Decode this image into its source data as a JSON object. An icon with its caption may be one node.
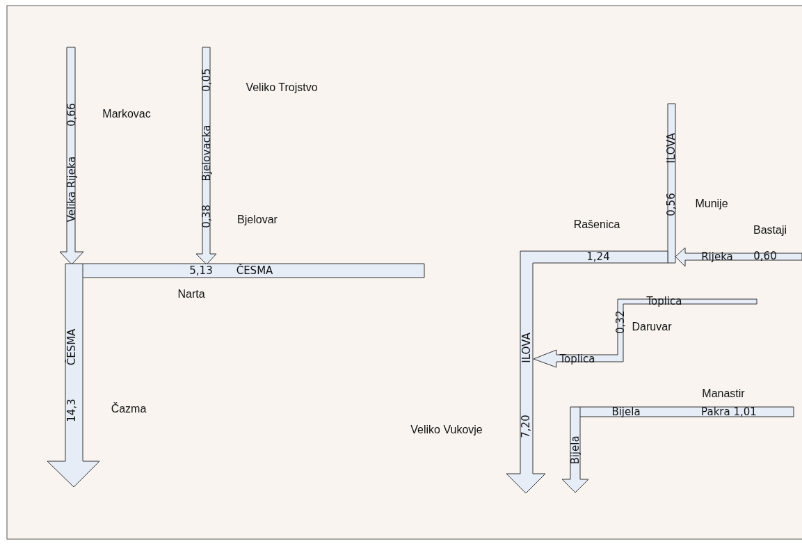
{
  "diagram": {
    "labels": [
      "0,05",
      "Veliko Trojstvo",
      "0,66",
      "Markovac",
      "Velika Rijeka",
      "Bjelovacka",
      "ILOVA",
      "0,56",
      "Munije",
      "Bjelovar",
      "0,38",
      "Rašenica",
      "Bastaji",
      "1,24",
      "5,13",
      "ČESMA",
      "Rijeka",
      "0,60",
      "Narta",
      "Toplica",
      "0,32",
      "Daruvar",
      "ČESMA",
      "ILOVA",
      "Toplica",
      "Manastir",
      "Bijela",
      "Pakra 1,01",
      "14,3",
      "Čazma",
      "Veliko Vukovje",
      "7,20",
      "Bijela"
    ]
  }
}
